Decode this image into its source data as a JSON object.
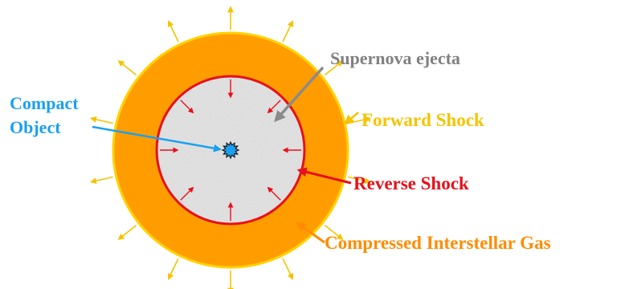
{
  "labels": {
    "supernova_ejecta": "Supernova ejecta",
    "compact_object_line1": "Compact",
    "compact_object_line2": "Object",
    "forward_shock": "Forward Shock",
    "reverse_shock": "Reverse Shock",
    "compressed_gas": "Compressed Interstellar Gas"
  },
  "colors": {
    "outer_shell": "#ff9d00",
    "outer_rim": "#ffd200",
    "forward_arrows": "#f5c400",
    "ejecta_fill": "#e6e6e6",
    "reverse_shock": "#e8101a",
    "compact_object": "#1aa0f0",
    "ejecta_label": "#808080",
    "compact_label": "#1aa0f0",
    "forward_label": "#f5c400",
    "reverse_label": "#e8101a",
    "gas_label": "#ff8c00"
  }
}
